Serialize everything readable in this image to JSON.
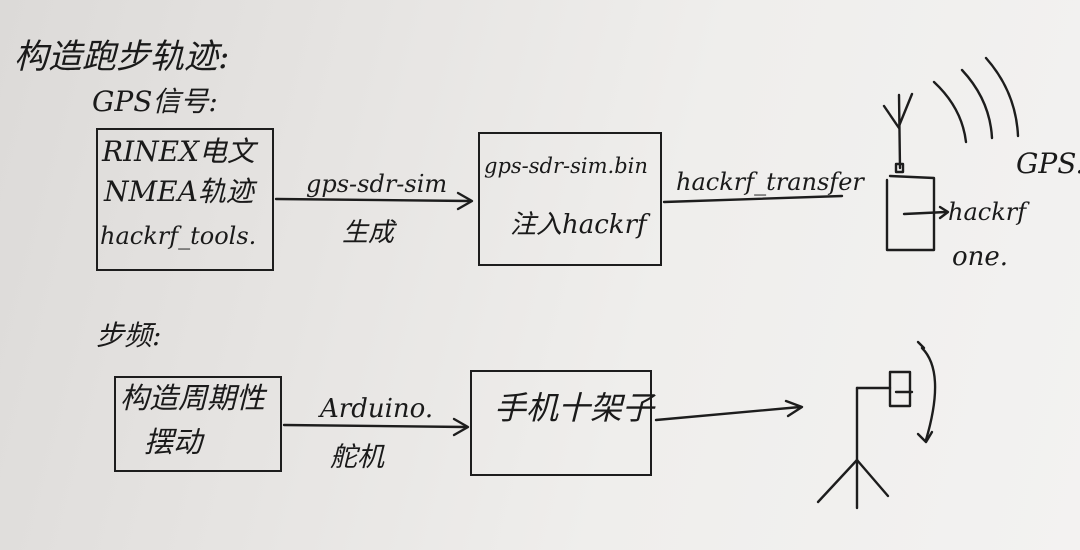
{
  "title": "构造跑步轨迹:",
  "gps": {
    "heading": "GPS信号:",
    "source_box": {
      "lines": [
        "RINEX电文",
        "NMEA轨迹",
        "hackrf_tools."
      ]
    },
    "arrow1": {
      "top": "gps-sdr-sim",
      "bottom": "生成"
    },
    "middle_box": {
      "lines": [
        "gps-sdr-sim.bin",
        "注入hackrf"
      ]
    },
    "arrow2": {
      "top": "hackrf_transfer"
    },
    "device": {
      "label_line1": "hackrf",
      "label_line2": "one."
    },
    "signal_label": "GPS."
  },
  "step": {
    "heading": "步频:",
    "source_box": {
      "lines": [
        "构造周期性",
        "摆动"
      ]
    },
    "arrow1": {
      "top": "Arduino.",
      "bottom": "舵机"
    },
    "middle_box": {
      "lines": [
        "手机十架子"
      ]
    }
  },
  "colors": {
    "ink": "#1b1b1b",
    "paper": "#ecebea"
  }
}
